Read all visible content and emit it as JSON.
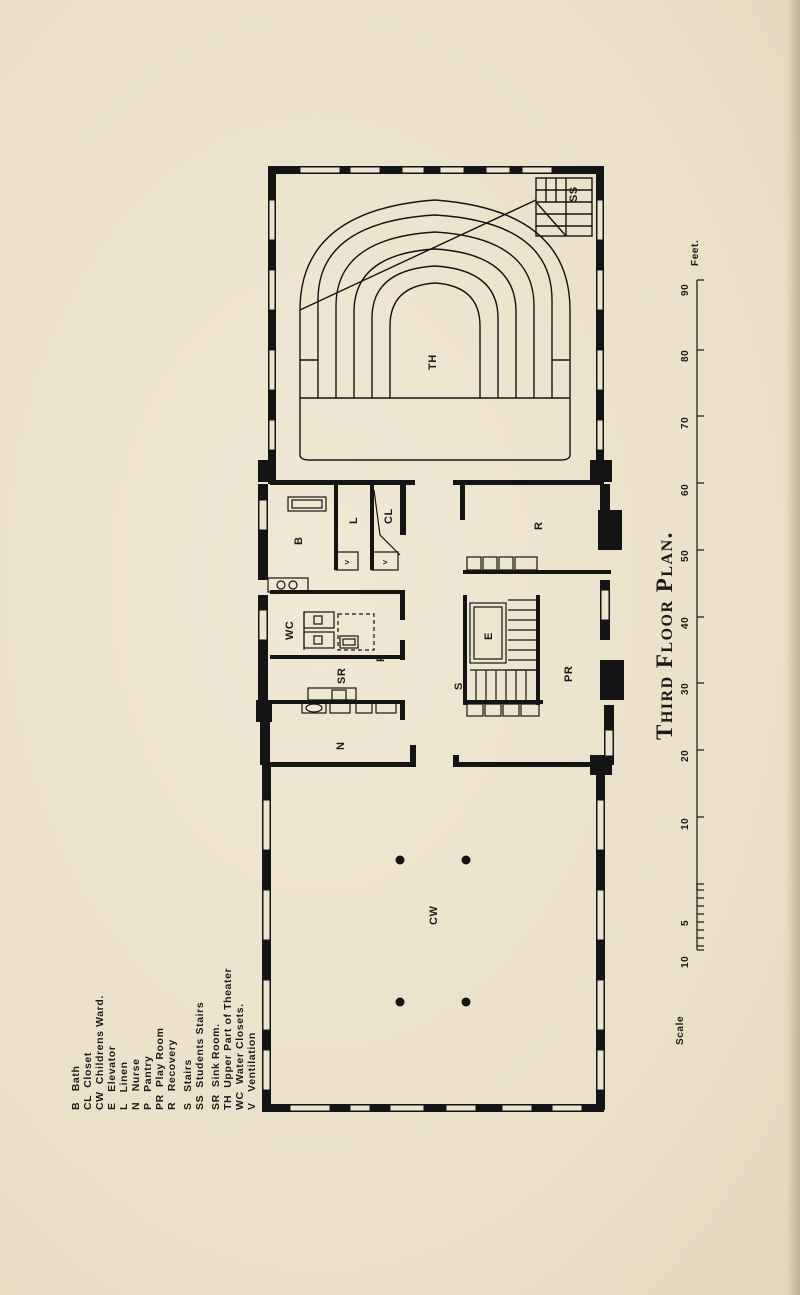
{
  "title": "Third Floor Plan.",
  "legend": [
    {
      "abbr": "B",
      "label": "Bath"
    },
    {
      "abbr": "CL",
      "label": "Closet"
    },
    {
      "abbr": "CW",
      "label": "Childrens Ward."
    },
    {
      "abbr": "E",
      "label": "Elevator"
    },
    {
      "abbr": "L",
      "label": "Linen"
    },
    {
      "abbr": "N",
      "label": "Nurse"
    },
    {
      "abbr": "P",
      "label": "Pantry"
    },
    {
      "abbr": "PR",
      "label": "Play Room"
    },
    {
      "abbr": "R",
      "label": "Recovery"
    },
    {
      "abbr": "S",
      "label": "Stairs"
    },
    {
      "abbr": "SS",
      "label": "Students Stairs"
    },
    {
      "abbr": "SR",
      "label": "Sink Room."
    },
    {
      "abbr": "TH",
      "label": "Upper Part of Theater"
    },
    {
      "abbr": "WC",
      "label": "Water Closets."
    },
    {
      "abbr": "V",
      "label": "Ventilation"
    }
  ],
  "room_labels": {
    "th": "TH",
    "ss": "SS",
    "b": "B",
    "l": "L",
    "cl": "CL",
    "r": "R",
    "wc": "WC",
    "p": "P",
    "sr": "SR",
    "n": "N",
    "e": "E",
    "s": "S",
    "pr": "PR",
    "cw": "CW",
    "v": "V"
  },
  "scale": {
    "label": "Scale",
    "unit": "Feet.",
    "ticks": [
      "10",
      "5",
      "",
      "10",
      "20",
      "30",
      "40",
      "50",
      "60",
      "70",
      "80",
      "90"
    ]
  },
  "colors": {
    "ink": "#141414",
    "paper": "#ede4cf"
  }
}
